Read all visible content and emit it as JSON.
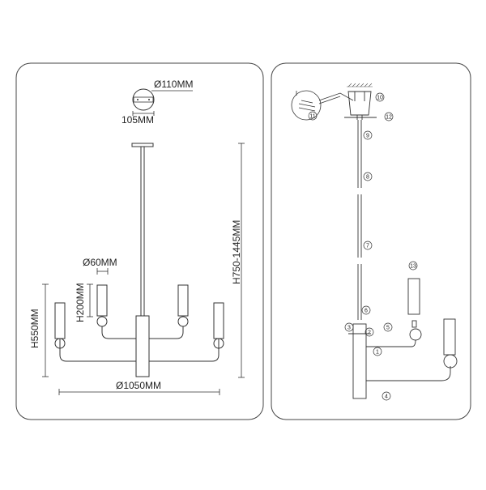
{
  "left_panel": {
    "canopy_diameter": "Ø110MM",
    "canopy_width": "105MM",
    "shade_diameter": "Ø60MM",
    "shade_height": "H200MM",
    "body_height": "H550MM",
    "total_height": "H750-1445MM",
    "total_diameter": "Ø1050MM"
  },
  "right_panel": {
    "callouts": [
      "1",
      "2",
      "3",
      "4",
      "5",
      "6",
      "7",
      "8",
      "9",
      "10",
      "11",
      "12",
      "13"
    ]
  },
  "colors": {
    "line": "#333333",
    "panel_border": "#444444"
  }
}
